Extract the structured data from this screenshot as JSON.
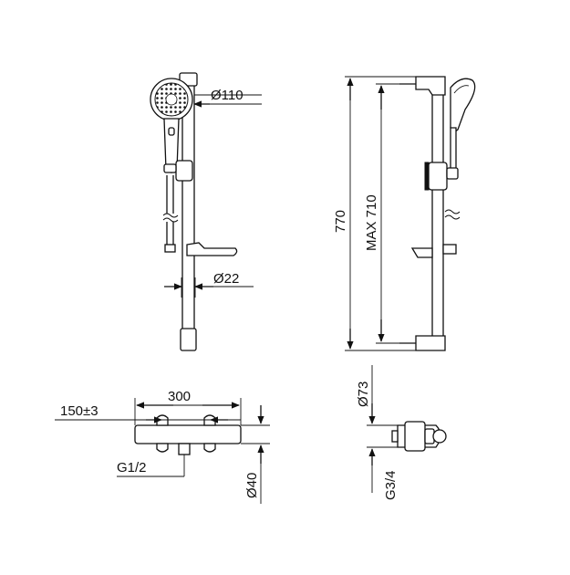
{
  "drawing": {
    "labels": {
      "head_diameter": "Ø110",
      "rail_diameter": "Ø22",
      "total_height": "770",
      "max_spacing": "MAX 710",
      "mixer_width": "300",
      "centres": "150±3",
      "inlet_thread": "G1/2",
      "mixer_depth": "Ø40",
      "outlet_diameter": "Ø73",
      "outlet_thread": "G3/4"
    }
  }
}
